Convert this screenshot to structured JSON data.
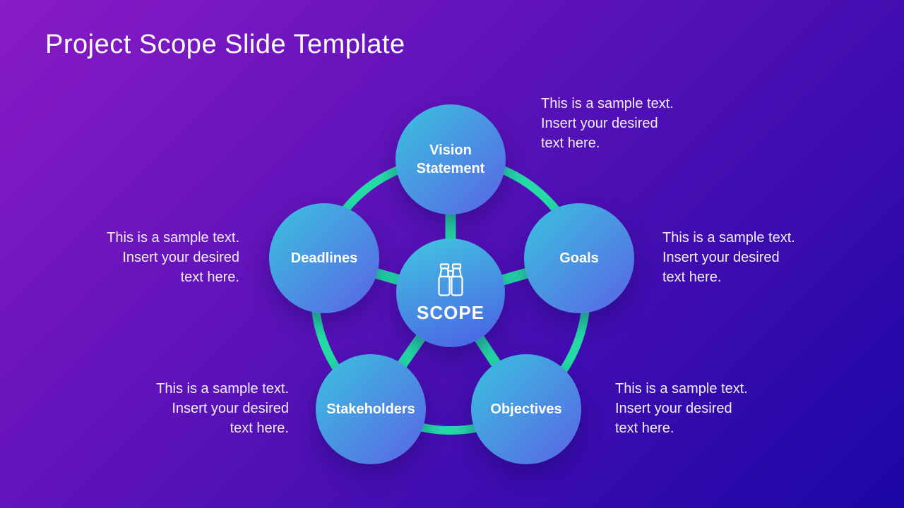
{
  "slide": {
    "title": "Project Scope Slide Template"
  },
  "diagram": {
    "center": {
      "label": "SCOPE",
      "icon": "binoculars-icon"
    },
    "nodes": [
      {
        "id": "vision-statement",
        "label": "Vision Statement"
      },
      {
        "id": "goals",
        "label": "Goals"
      },
      {
        "id": "objectives",
        "label": "Objectives"
      },
      {
        "id": "stakeholders",
        "label": "Stakeholders"
      },
      {
        "id": "deadlines",
        "label": "Deadlines"
      }
    ],
    "sample_text": "This is a sample text.\nInsert your desired\ntext here."
  },
  "colors": {
    "background_start": "#8A1BC6",
    "background_end": "#1B06A5",
    "ring": "#24DBA6",
    "node_gradient_start": "#3AC3DE",
    "node_gradient_end": "#5A63E6",
    "text": "#F3EFFA"
  }
}
